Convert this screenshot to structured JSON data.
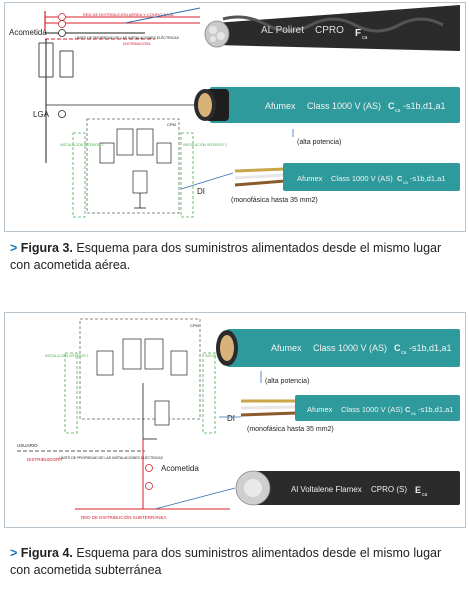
{
  "figure3": {
    "acometida_label": "Acometida",
    "lga_label": "LGA",
    "red_aerea_label": "RED DE DISTRIBUCIÓN AÉREA Y CONFIG BAJA",
    "limite_label": "LÍMITE DE PROPIEDAD DE LAS INSTALACIONES ELÉCTRICAS",
    "distribuidora_label": "DISTRIBUIDORA",
    "cpm_label": "CPM",
    "instalacion_left": "INSTALACIÓN INTERIOR 1",
    "instalacion_right": "INSTALACIÓN INTERIOR 2",
    "di_label": "DI",
    "cable_poliret_brand": "AL Poliret",
    "cable_poliret_type": "CPRO",
    "cable_poliret_class": "F",
    "cable_poliret_sub": "ca",
    "cable_afumex1_text": "Afumex",
    "cable_afumex1_class": "Class 1000 V (AS)",
    "cable_afumex1_rating_c": "C",
    "cable_afumex1_rating_sub": "ca",
    "cable_afumex1_rating_rest": "-s1b,d1,a1",
    "alta_potencia": "(alta potencia)",
    "cable_afumex2_text": "Afumex",
    "cable_afumex2_class": "Class 1000 V (AS)",
    "cable_afumex2_rating_c": "C",
    "cable_afumex2_rating_sub": "ca",
    "cable_afumex2_rating_rest": "-s1b,d1,a1",
    "monofasica": "(monofásica hasta 35 mm2)"
  },
  "figure4": {
    "cpm_label": "CPM",
    "instalacion_left": "INSTALACIÓN INTERIOR 1",
    "instalacion_right": "INSTALACIÓN INTERIOR 2",
    "di_label": "DI",
    "usuario_label": "USUARIO",
    "distribuidora_label": "DISTRIBUIDORA",
    "limite_label": "LÍMITE DE PROPIEDAD DE LAS INSTALACIONES ELÉCTRICAS",
    "acometida_label": "Acometida",
    "red_subterranea_label": "RED DE DISTRIBUCIÓN SUBTERRÁNEA",
    "cable_afumex1_text": "Afumex",
    "cable_afumex1_class": "Class 1000 V (AS)",
    "cable_afumex1_rating_c": "C",
    "cable_afumex1_rating_sub": "ca",
    "cable_afumex1_rating_rest": "-s1b,d1,a1",
    "alta_potencia": "(alta potencia)",
    "cable_afumex2_text": "Afumex",
    "cable_afumex2_class": "Class 1000 V (AS)",
    "cable_afumex2_rating_c": "C",
    "cable_afumex2_rating_sub": "ca",
    "cable_afumex2_rating_rest": "-s1b,d1,a1",
    "monofasica": "(monofásica hasta 35 mm2)",
    "cable_voltalene_brand": "Al Voltalene Flamex",
    "cable_voltalene_type": "CPRO (S)",
    "cable_voltalene_class": "E",
    "cable_voltalene_sub": "ca"
  },
  "caption1": {
    "marker": ">",
    "figure": "Figura 3.",
    "text": "Esquema para dos suministros alimentados desde el mismo lugar con acometida aérea."
  },
  "caption2": {
    "marker": ">",
    "figure": "Figura 4.",
    "text": "Esquema para dos suministros alimentados desde el mismo lugar con acometida subterránea"
  },
  "colors": {
    "teal": "#2f9a9b",
    "black_cable": "#2b2b2b",
    "red": "#d4202a",
    "green": "#4caf50",
    "accent_blue": "#1a76b8",
    "border": "#b9c3cc"
  }
}
